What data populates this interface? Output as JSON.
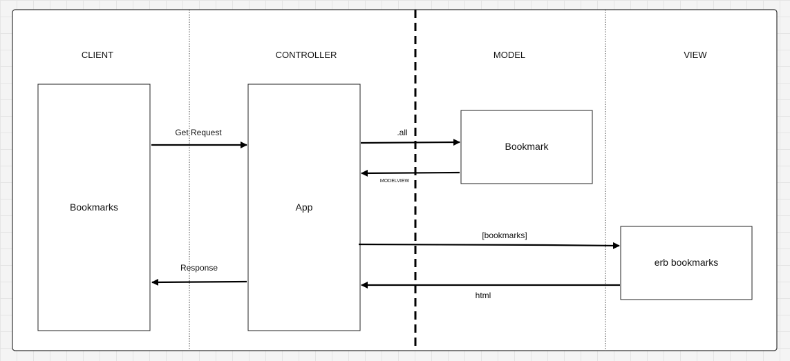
{
  "lanes": {
    "client": "CLIENT",
    "controller": "CONTROLLER",
    "model": "MODEL",
    "view": "VIEW"
  },
  "boxes": {
    "bookmarks": "Bookmarks",
    "app": "App",
    "bookmark": "Bookmark",
    "erb": "erb bookmarks"
  },
  "arrows": {
    "get_request": "Get Request",
    "all": ".all",
    "modelview": "MODELVIEW",
    "bookmarks_list": "[bookmarks]",
    "response": "Response",
    "html": "html"
  },
  "colors": {
    "stroke": "#000000",
    "frame": "#333333",
    "background": "#ffffff"
  }
}
